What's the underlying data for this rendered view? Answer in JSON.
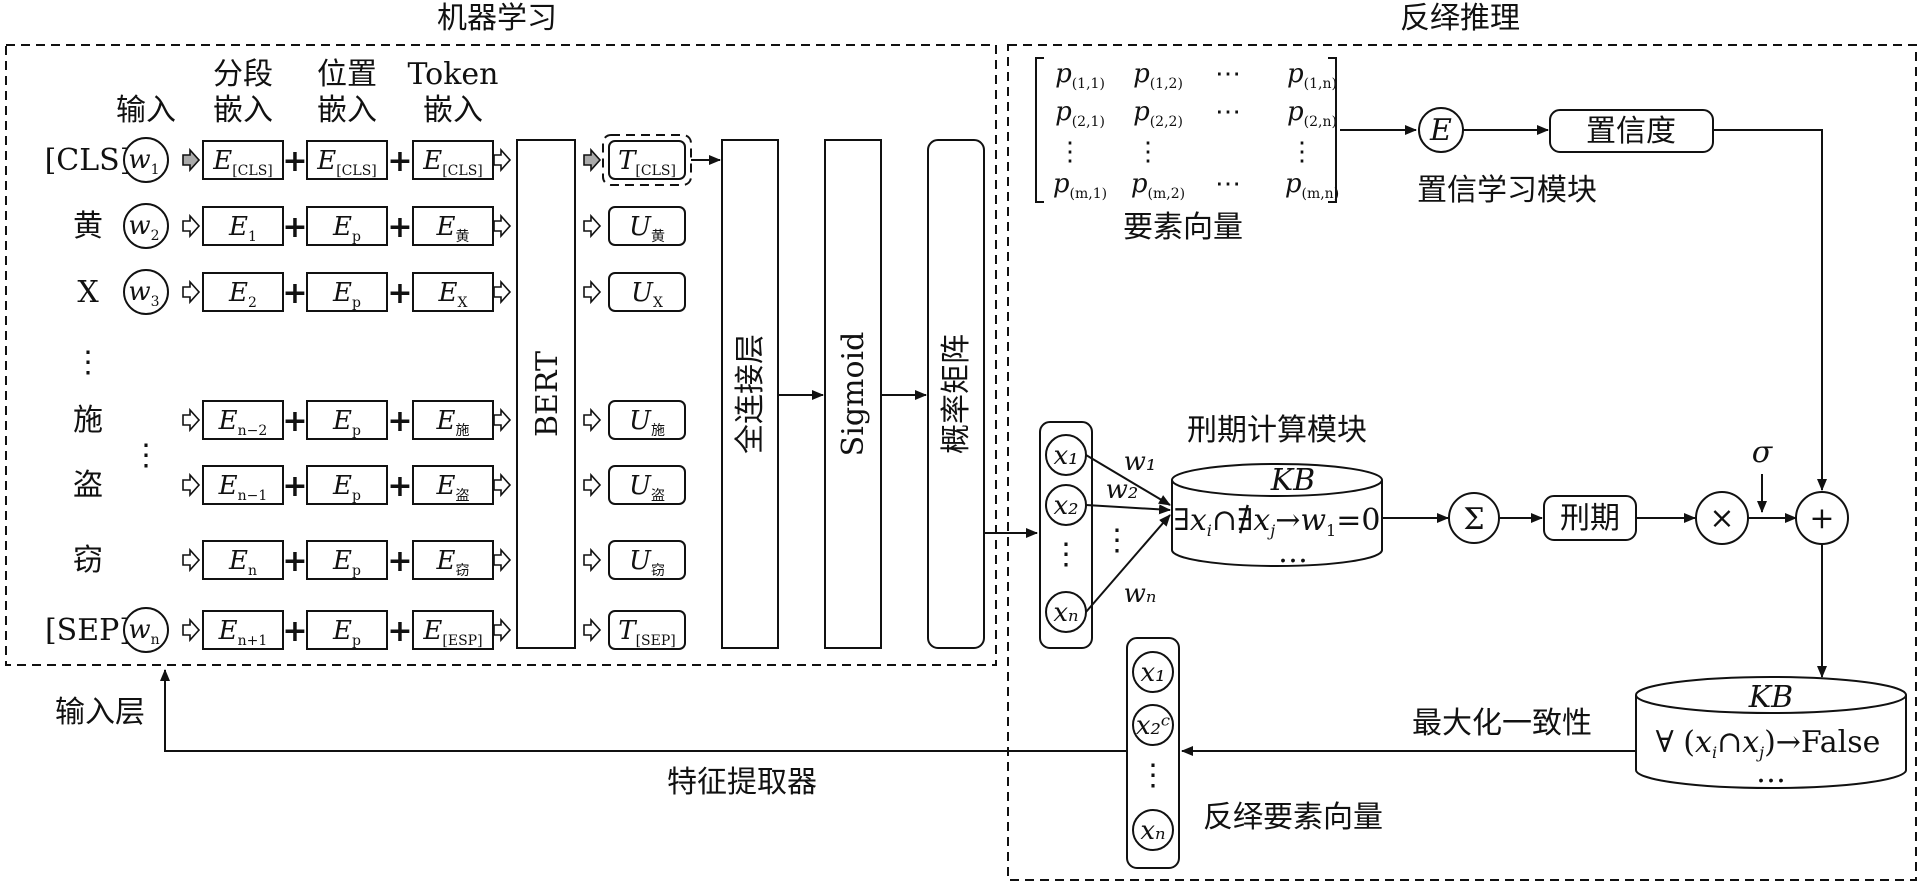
{
  "titles": {
    "machine_learning": "机器学习",
    "abductive_reasoning": "反绎推理"
  },
  "embedding_headers": {
    "input": "输入",
    "segment": [
      "分段",
      "嵌入"
    ],
    "position": [
      "位置",
      "嵌入"
    ],
    "token": [
      "Token",
      "嵌入"
    ]
  },
  "rows": [
    {
      "token": "[CLS]",
      "w": "w",
      "w_sub": "1",
      "seg": "E",
      "seg_sub": "[CLS]",
      "pos": "E",
      "pos_sub": "[CLS]",
      "tok": "E",
      "tok_sub": "[CLS]",
      "out": "T",
      "out_sub": "[CLS]"
    },
    {
      "token": "黄",
      "w": "w",
      "w_sub": "2",
      "seg": "E",
      "seg_sub": "1",
      "pos": "E",
      "pos_sub": "p",
      "tok": "E",
      "tok_sub": "黄",
      "out": "U",
      "out_sub": "黄"
    },
    {
      "token": "X",
      "w": "w",
      "w_sub": "3",
      "seg": "E",
      "seg_sub": "2",
      "pos": "E",
      "pos_sub": "p",
      "tok": "E",
      "tok_sub": "X",
      "out": "U",
      "out_sub": "X"
    },
    {
      "token": "施",
      "seg": "E",
      "seg_sub": "n−2",
      "pos": "E",
      "pos_sub": "p",
      "tok": "E",
      "tok_sub": "施",
      "out": "U",
      "out_sub": "施"
    },
    {
      "token": "盗",
      "seg": "E",
      "seg_sub": "n−1",
      "pos": "E",
      "pos_sub": "p",
      "tok": "E",
      "tok_sub": "盗",
      "out": "U",
      "out_sub": "盗"
    },
    {
      "token": "窃",
      "seg": "E",
      "seg_sub": "n",
      "pos": "E",
      "pos_sub": "p",
      "tok": "E",
      "tok_sub": "窃",
      "out": "U",
      "out_sub": "窃"
    },
    {
      "token": "[SEP]",
      "w": "w",
      "w_sub": "n",
      "seg": "E",
      "seg_sub": "n+1",
      "pos": "E",
      "pos_sub": "p",
      "tok": "E",
      "tok_sub": "[ESP]",
      "out": "T",
      "out_sub": "[SEP]"
    }
  ],
  "ellipsis": "⋮",
  "blocks": {
    "bert": "BERT",
    "fc": "全连接层",
    "sigmoid": "Sigmoid",
    "prob_matrix": "概率矩阵"
  },
  "matrix": {
    "cells": [
      [
        "p",
        "(1,1)",
        "p",
        "(1,2)",
        "⋯",
        "p",
        "(1,n)"
      ],
      [
        "p",
        "(2,1)",
        "p",
        "(2,2)",
        "⋯",
        "p",
        "(2,n)"
      ],
      [
        "p",
        "(m,1)",
        "p",
        "(m,2)",
        "⋯",
        "p",
        "(m,n)"
      ]
    ],
    "vdots": "⋮",
    "caption": "要素向量"
  },
  "confidence": {
    "node": "E",
    "box": "置信度",
    "caption": "置信学习模块"
  },
  "sentence_module": {
    "caption": "刑期计算模块",
    "kb_title": "KB",
    "rule": "∃x_i∩∄x_j→w_1=0",
    "dots": "…",
    "x_nodes": [
      "x₁",
      "x₂",
      "⋮",
      "xₙ"
    ],
    "weights": [
      "w₁",
      "w₂",
      "⋮",
      "wₙ"
    ],
    "sum": "Σ",
    "term": "刑期",
    "multiply": "×",
    "sigma": "σ",
    "plus": "+"
  },
  "kb2": {
    "title": "KB",
    "rule": "∀(x_i∩x_j)→False",
    "dots": "…",
    "caption": "最大化一致性"
  },
  "abduced": {
    "nodes": [
      "x₁",
      "x₂ᶜ",
      "⋮",
      "xₙ"
    ],
    "caption": "反绎要素向量"
  },
  "bottom": {
    "input_layer": "输入层",
    "feature_extractor": "特征提取器"
  }
}
